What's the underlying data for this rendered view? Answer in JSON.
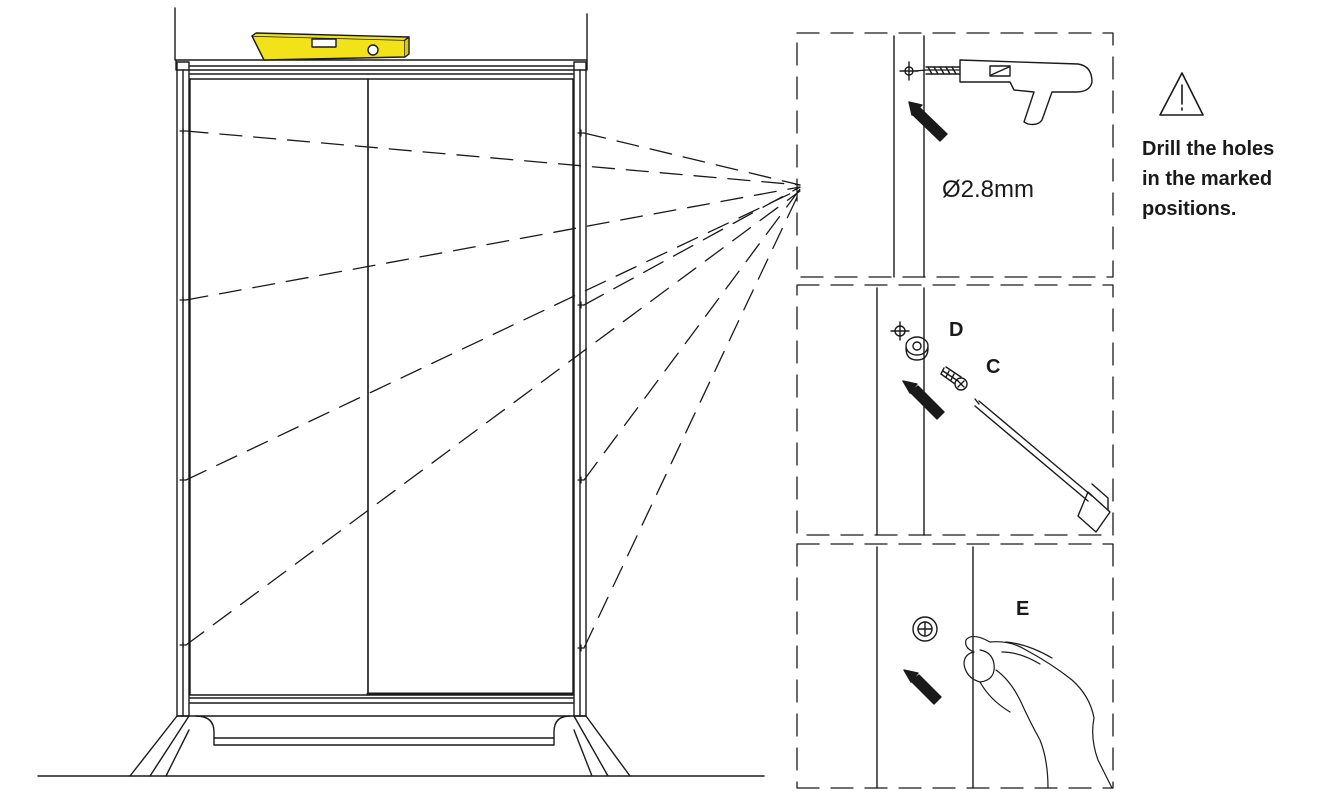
{
  "panel1": {
    "diameter_label": "Ø2.8mm"
  },
  "panel2": {
    "part_d_label": "D",
    "part_c_label": "C"
  },
  "panel3": {
    "part_e_label": "E"
  },
  "warning": {
    "icon": "warning-triangle-icon",
    "lines": [
      "Drill the holes",
      "in the marked",
      "positions."
    ]
  },
  "colors": {
    "spirit_level": "#f2e21a",
    "line": "#1a1a1a"
  }
}
